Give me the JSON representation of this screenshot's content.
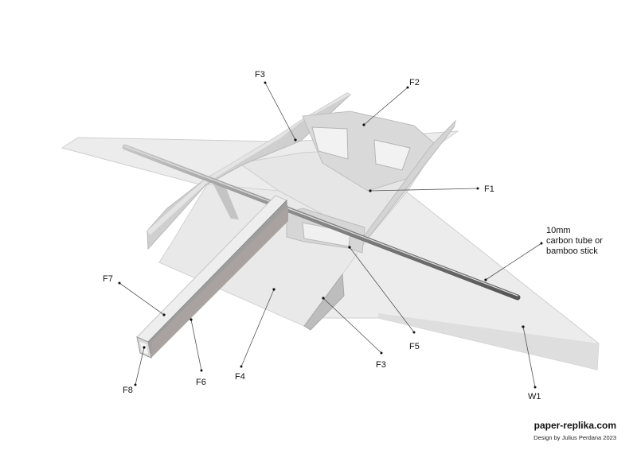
{
  "labels": {
    "f1": "F1",
    "f2": "F2",
    "f3_top": "F3",
    "f3_bottom": "F3",
    "f4": "F4",
    "f5": "F5",
    "f6": "F6",
    "f7": "F7",
    "f8": "F8",
    "w1": "W1",
    "tube_line1": "10mm",
    "tube_line2": "carbon tube or",
    "tube_line3": "bamboo stick"
  },
  "credit": {
    "site": "paper-replika.com",
    "designer": "Design by Julius Perdana 2023"
  }
}
